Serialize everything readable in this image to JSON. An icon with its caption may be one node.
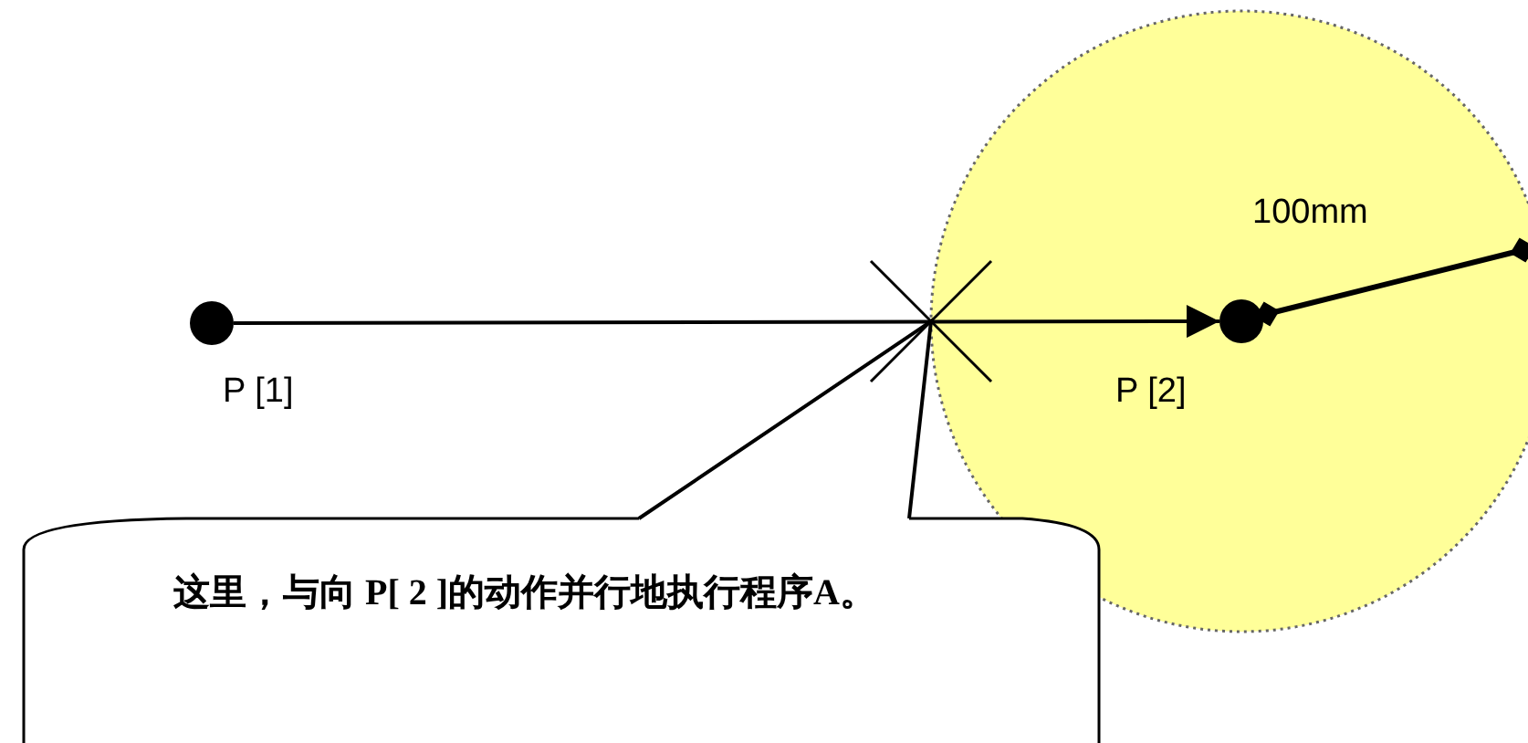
{
  "diagram": {
    "nodes": [
      {
        "text": [],
        "shape": "circle",
        "beside": [
          "P [1]"
        ]
      },
      {
        "text": [],
        "shape": "circle",
        "beside": [
          "P [2]"
        ]
      },
      {
        "text": [
          "这里，与向 P[ 2 ]的动作并行地执行程序A。"
        ]
      }
    ],
    "edges": [
      {
        "from": 0,
        "to": 1,
        "arrow": "to"
      },
      {
        "from": 2,
        "to": null,
        "arrow": "none"
      }
    ],
    "labels": [
      "100mm"
    ]
  }
}
